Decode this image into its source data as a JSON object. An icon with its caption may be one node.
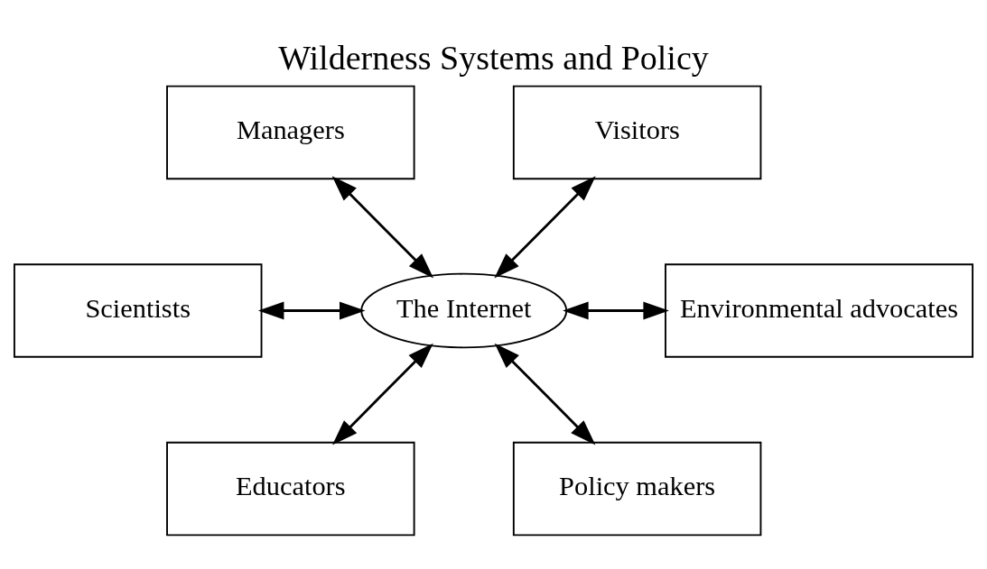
{
  "diagram": {
    "title": "Wilderness Systems and Policy",
    "nodes": [
      {
        "text": [
          "Managers"
        ]
      },
      {
        "text": [
          "Visitors"
        ]
      },
      {
        "text": [
          "Scientists"
        ]
      },
      {
        "text": [
          "The Internet"
        ]
      },
      {
        "text": [
          "Environmental advocates"
        ]
      },
      {
        "text": [
          "Educators"
        ]
      },
      {
        "text": [
          "Policy makers"
        ]
      }
    ],
    "edges": [
      {
        "from": 0,
        "to": 3,
        "arrow": "both"
      },
      {
        "from": 1,
        "to": 3,
        "arrow": "both"
      },
      {
        "from": 2,
        "to": 3,
        "arrow": "both"
      },
      {
        "from": 3,
        "to": 4,
        "arrow": "both"
      },
      {
        "from": 3,
        "to": 5,
        "arrow": "both"
      },
      {
        "from": 3,
        "to": 6,
        "arrow": "both"
      }
    ]
  }
}
